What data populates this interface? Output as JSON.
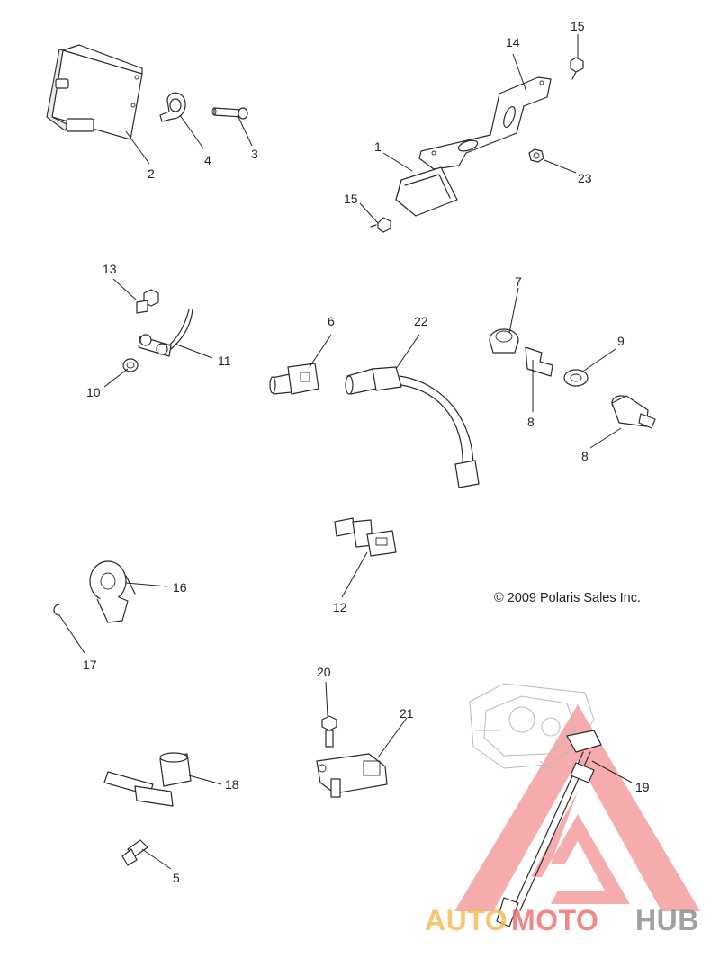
{
  "diagram": {
    "copyright": "© 2009 Polaris Sales Inc.",
    "callouts": [
      "1",
      "2",
      "3",
      "4",
      "5",
      "6",
      "7",
      "8",
      "8",
      "9",
      "10",
      "11",
      "12",
      "13",
      "14",
      "15",
      "15",
      "16",
      "17",
      "18",
      "19",
      "20",
      "21",
      "22",
      "23"
    ]
  },
  "watermark": {
    "text_part1": "AUTO",
    "text_part2": "MOTO",
    "text_part3": "HUB",
    "color_primary": "#f26b6b",
    "color_secondary": "#f7b94a",
    "color_tertiary": "#8a8a8a"
  }
}
